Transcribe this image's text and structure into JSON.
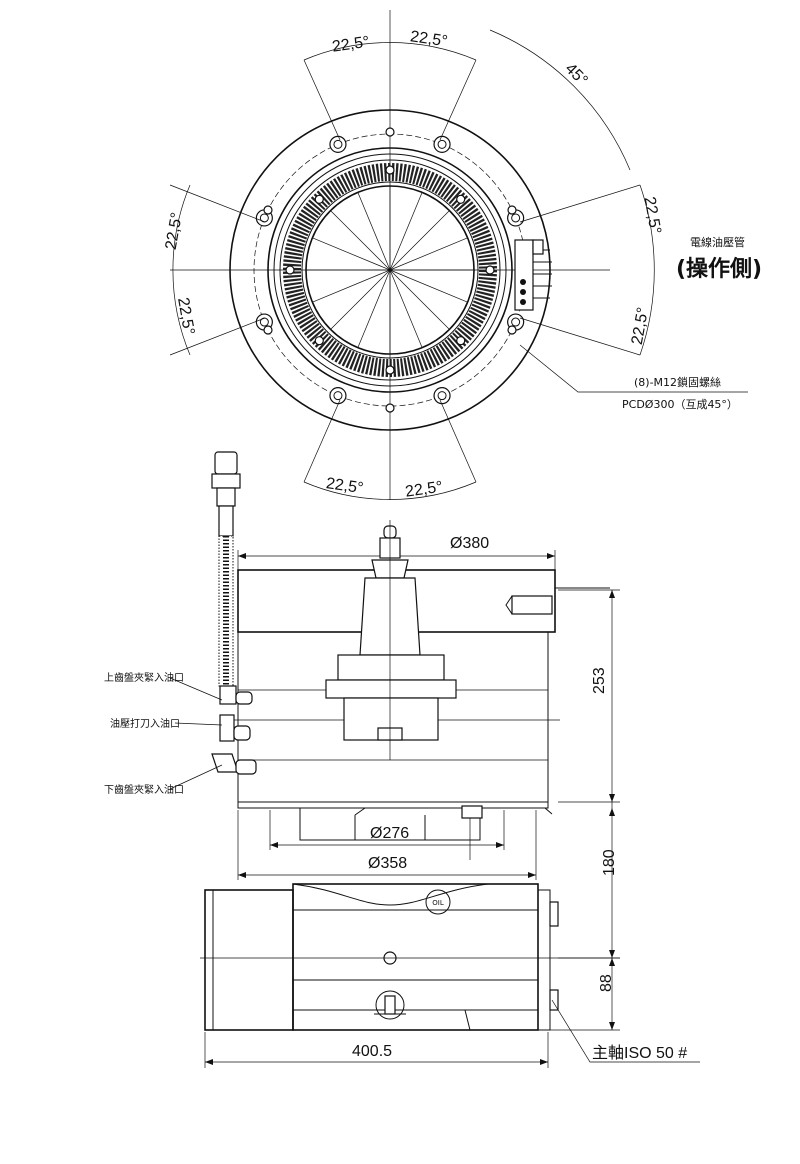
{
  "top_view": {
    "angle_top_left": "22,5°",
    "angle_top_right": "22,5°",
    "angle_45": "45°",
    "angle_left_upper": "22,5°",
    "angle_left_lower": "22,5°",
    "angle_right_upper": "22,5°",
    "angle_right_lower": "22,5°",
    "angle_bottom_left": "22,5°",
    "angle_bottom_right": "22,5°",
    "cable_label": "電線油壓管",
    "operation_side": "(操作側)",
    "bolt_spec": "(8)-M12鎖固螺絲",
    "pcd_spec": "PCDØ300（互成45°）"
  },
  "side_view": {
    "dia_380": "Ø380",
    "height_253": "253",
    "dia_276": "Ø276",
    "dia_358": "Ø358",
    "height_180": "180",
    "height_88": "88",
    "width_400": "400.5",
    "spindle_label": "主軸ISO 50 #",
    "oil_upper": "上齒盤夾緊入油口",
    "oil_tool": "油壓打刀入油口",
    "oil_lower": "下齒盤夾緊入油口",
    "oil_mark": "OIL"
  }
}
